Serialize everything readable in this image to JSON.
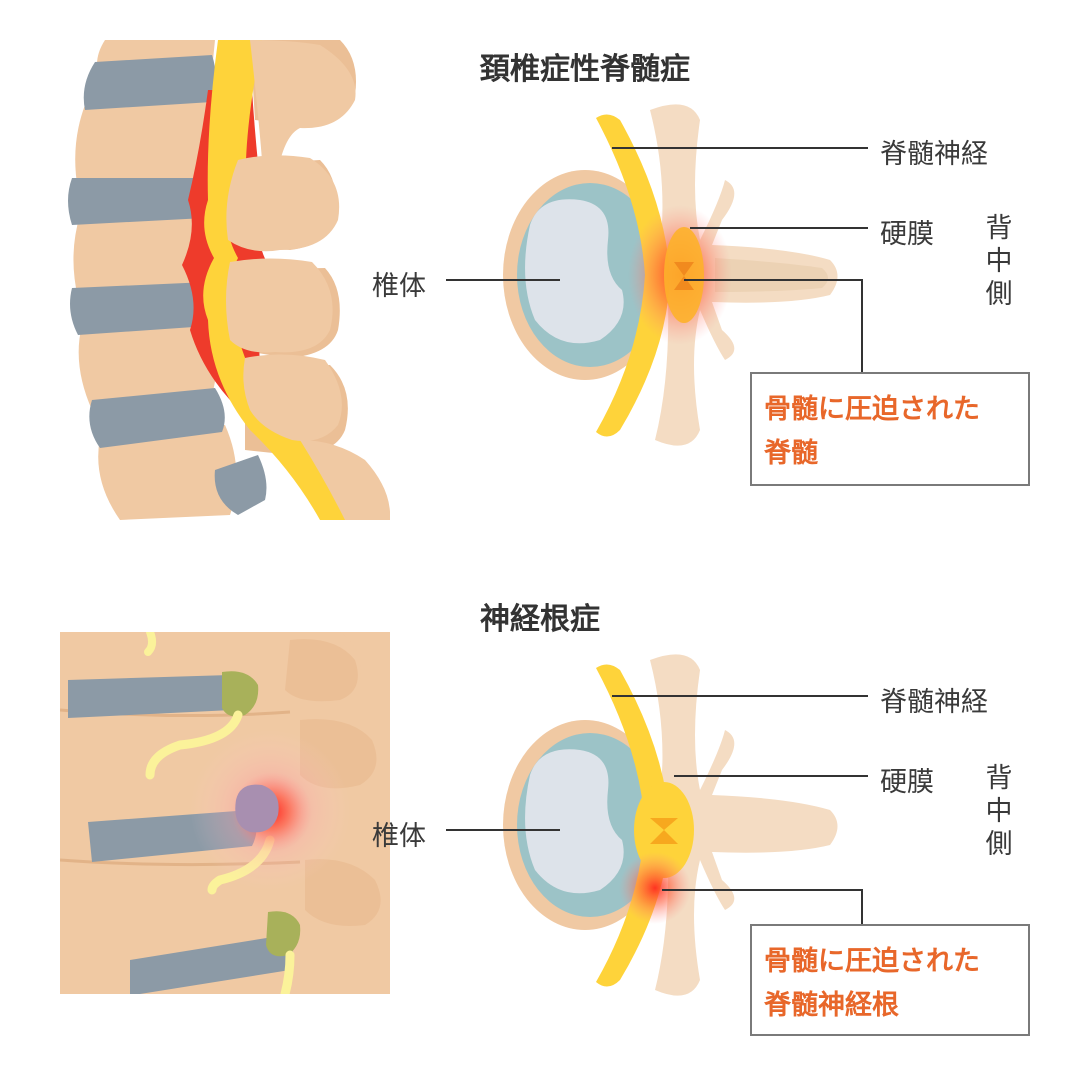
{
  "top": {
    "title": "頚椎症性脊髄症",
    "label_nerve": "脊髄神経",
    "label_dura": "硬膜",
    "label_vertebra": "椎体",
    "side_label": "背\n中\n側",
    "callout_line1": "骨髄に圧迫された",
    "callout_line2": "脊髄"
  },
  "bottom": {
    "title": "神経根症",
    "label_nerve": "脊髄神経",
    "label_dura": "硬膜",
    "label_vertebra": "椎体",
    "side_label": "背\n中\n側",
    "callout_line1": "骨髄に圧迫された",
    "callout_line2": "脊髄神経根"
  },
  "colors": {
    "bone": "#f0c9a3",
    "disc": "#8c9aa6",
    "spinal_cord": "#fed33a",
    "compression": "#ee3b2b",
    "vertebra_blue": "#9cc3c7",
    "vertebra_inner": "#dde3ea",
    "nerve_root": "#fbf29a",
    "callout_text": "#e8672a"
  }
}
